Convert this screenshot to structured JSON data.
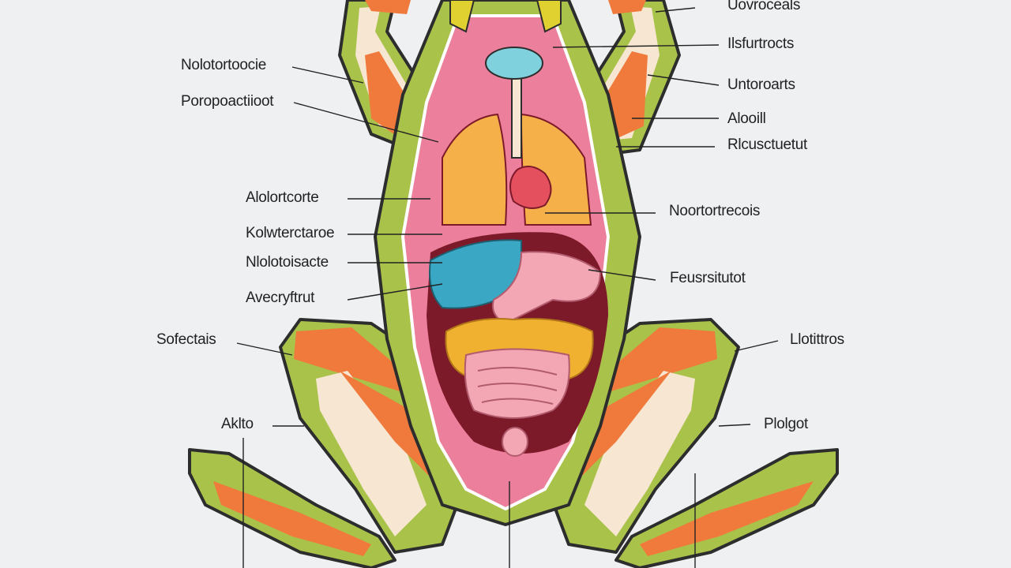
{
  "colors": {
    "background": "#eef0f2",
    "skin": "#a9c24a",
    "skin_light": "#c9da7a",
    "outline": "#2d2d2d",
    "body_cavity": "#ec7f9c",
    "muscle": "#f07a3c",
    "bone": "#f6e6d2",
    "lung": "#f6b04a",
    "heart": "#e5505e",
    "liver": "#3aa7c4",
    "stomach": "#f3a7b4",
    "intestine": "#f0b030",
    "dark_cavity": "#7d1a2a",
    "gland": "#7fd2dd"
  },
  "labels": {
    "left": [
      {
        "id": "l1",
        "text": "Nolotortoocie"
      },
      {
        "id": "l2",
        "text": "Poropoactiioot"
      },
      {
        "id": "l3",
        "text": "Alolortcorte"
      },
      {
        "id": "l4",
        "text": "Kolwterctaroe"
      },
      {
        "id": "l5",
        "text": "Nlolotoisacte"
      },
      {
        "id": "l6",
        "text": "Avecryftrut"
      },
      {
        "id": "l7",
        "text": "Sofectais"
      },
      {
        "id": "l8",
        "text": "Aklto"
      }
    ],
    "right": [
      {
        "id": "r1",
        "text": "Uovroceals"
      },
      {
        "id": "r2",
        "text": "Ilsfurtrocts"
      },
      {
        "id": "r3",
        "text": "Untoroarts"
      },
      {
        "id": "r4",
        "text": "Alooill"
      },
      {
        "id": "r5",
        "text": "Rlcusctuetut"
      },
      {
        "id": "r6",
        "text": "Noortortrecois"
      },
      {
        "id": "r7",
        "text": "Feusrsitutot"
      },
      {
        "id": "r8",
        "text": "Llotittros"
      },
      {
        "id": "r9",
        "text": "Plolgot"
      }
    ]
  }
}
